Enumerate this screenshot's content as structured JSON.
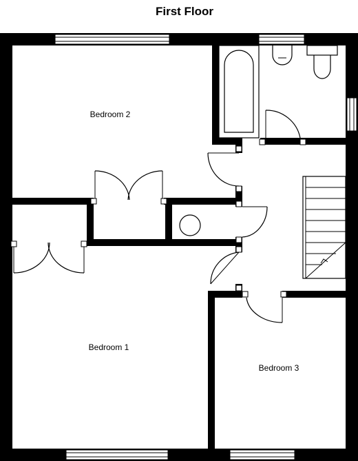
{
  "title": "First Floor",
  "rooms": {
    "bedroom1": "Bedroom 1",
    "bedroom2": "Bedroom 2",
    "bedroom3": "Bedroom 3"
  },
  "colors": {
    "wall": "#000000",
    "background": "#ffffff"
  }
}
